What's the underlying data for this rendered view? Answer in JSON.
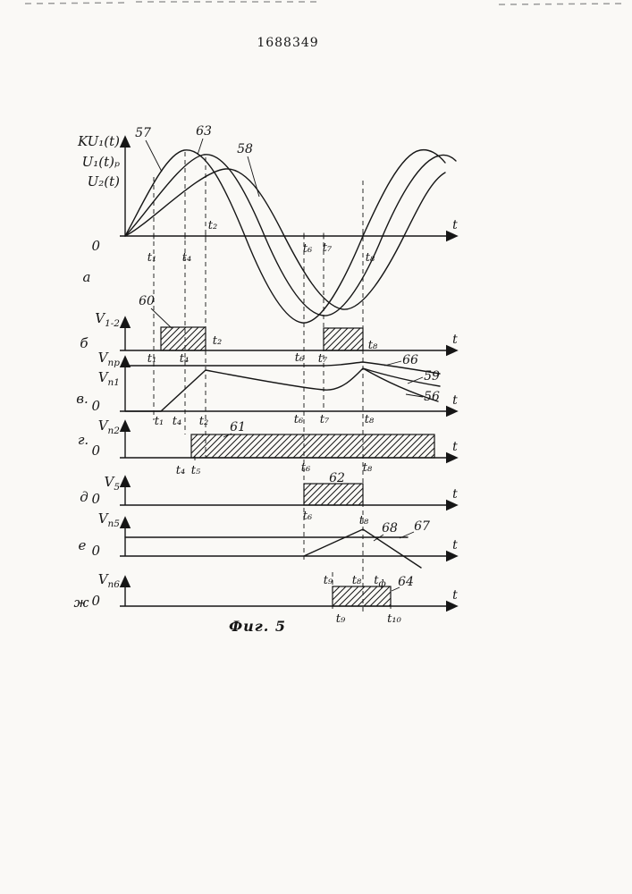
{
  "page": {
    "patent_number": "1688349",
    "caption": "Фиг. 5"
  },
  "axis": {
    "t": "t"
  },
  "rows": {
    "a": {
      "label": "а",
      "zero": "0",
      "ylabels": [
        "KU₁(t)",
        "U₁(t)ₚ",
        "U₂(t)"
      ],
      "curves": {
        "n57": "57",
        "n63": "63",
        "n58": "58"
      },
      "ticks": {
        "t1": "t₁",
        "t4": "t₄",
        "t2": "t₂",
        "t6": "t₆",
        "t7": "t₇",
        "t8": "t₈"
      }
    },
    "b": {
      "label": "б",
      "signal_main": "V",
      "signal_sub": "1-2",
      "pulse_label": "60",
      "ticks": {
        "t1": "t₁",
        "t4": "t₄",
        "t2": "t₂",
        "t6": "t₆",
        "t7": "t₇",
        "t8": "t₈"
      }
    },
    "v": {
      "label": "в.",
      "zero": "0",
      "sig1_main": "V",
      "sig1_sub": "пр",
      "sig2_main": "V",
      "sig2_sub": "п1",
      "curves": {
        "n66": "66",
        "n59": "59",
        "n56": "56"
      },
      "ticks": {
        "t1": "t₁",
        "t4": "t₄",
        "t2": "t₂",
        "t6": "t₆",
        "t7": "t₇",
        "t8": "t₈"
      }
    },
    "g": {
      "label": "г.",
      "zero": "0",
      "signal_main": "V",
      "signal_sub": "п2",
      "pulse_label": "61",
      "ticks": {
        "t4": "t₄",
        "t5": "t₅",
        "t6": "t₆",
        "t8": "t₈"
      }
    },
    "d": {
      "label": "д",
      "zero": "0",
      "signal_main": "V",
      "signal_sub": "5",
      "pulse_label": "62",
      "ticks": {
        "t6": "t₆"
      }
    },
    "e": {
      "label": "е",
      "zero": "0",
      "signal_main": "V",
      "signal_sub": "п5",
      "curves": {
        "n68": "68",
        "n67": "67"
      },
      "ticks": {
        "t8": "t₈"
      }
    },
    "zh": {
      "label": "ж",
      "zero": "0",
      "signal_main": "V",
      "signal_sub": "п6",
      "pulse_label": "64",
      "ticks": {
        "t9_top": "t₉",
        "t8_top": "t₈",
        "tf_main": "t",
        "tf_sub": "ф",
        "t9": "t₉",
        "t10": "t₁₀"
      }
    }
  }
}
